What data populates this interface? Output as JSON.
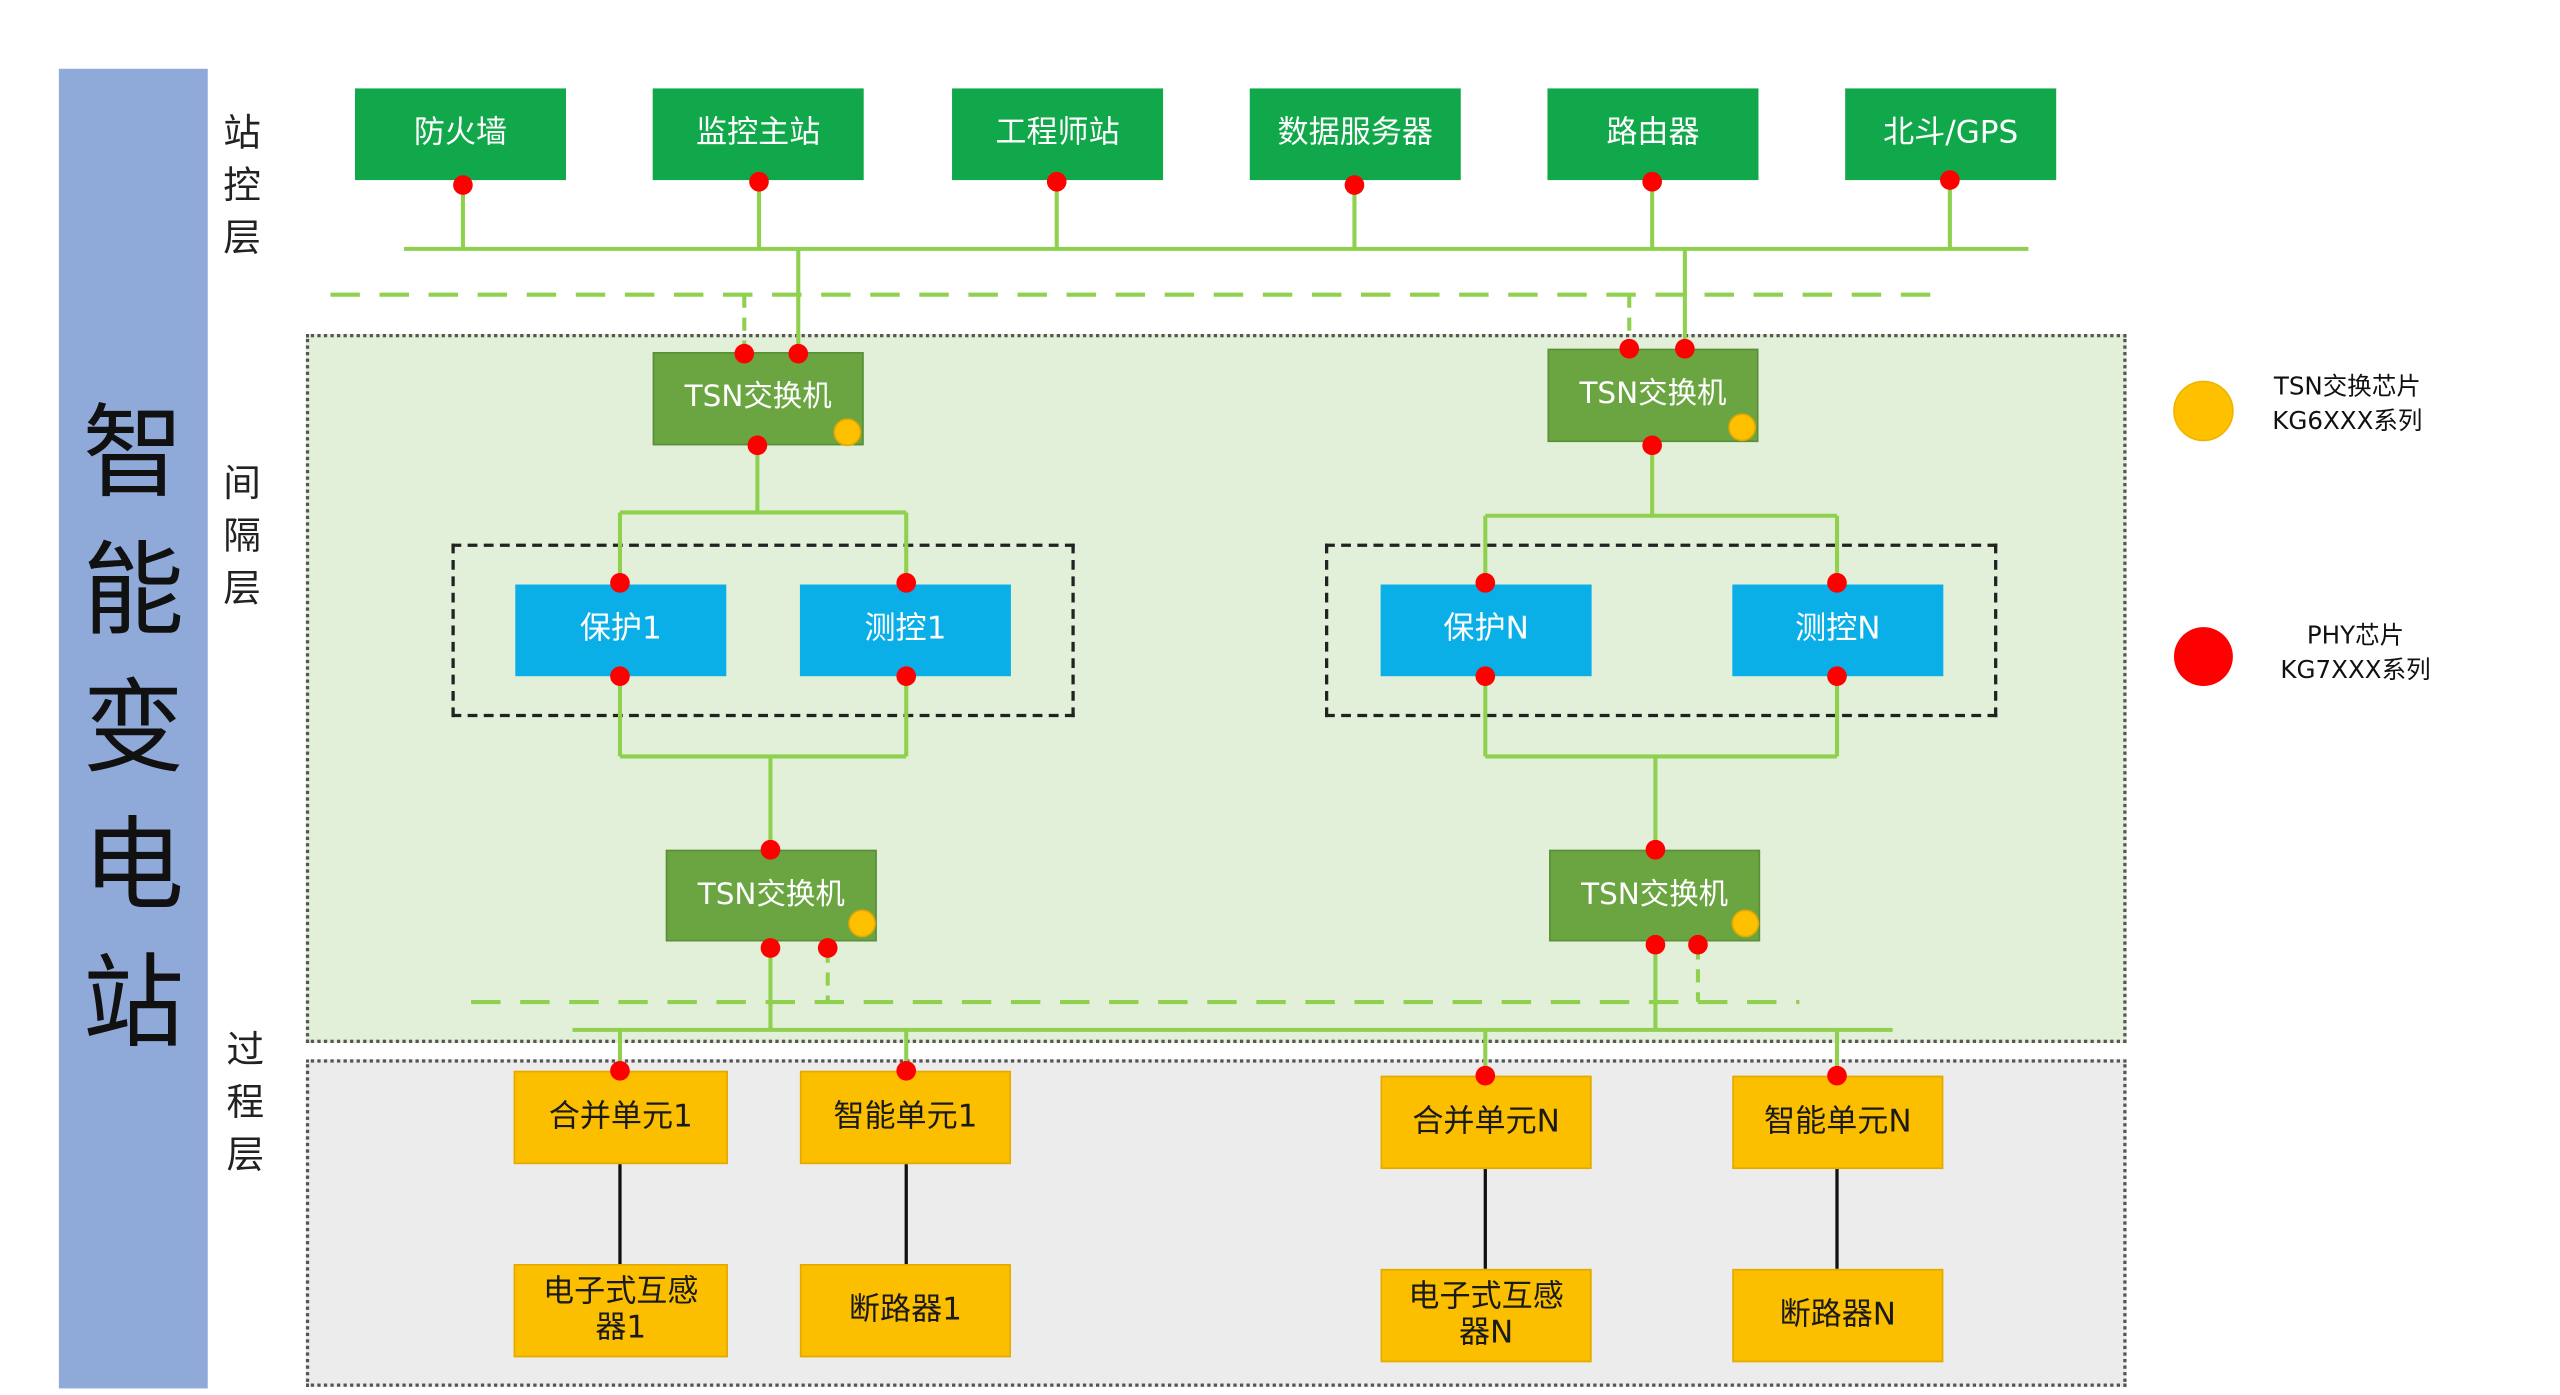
{
  "title": "智能变电站",
  "layers": {
    "station": "站控层",
    "bay": "间隔层",
    "process": "过程层"
  },
  "station_devices": [
    "防火墙",
    "监控主站",
    "工程师站",
    "数据服务器",
    "路由器",
    "北斗/GPS"
  ],
  "tsn_switch_label": "TSN交换机",
  "bay_devices": {
    "left": [
      "保护1",
      "测控1"
    ],
    "right": [
      "保护N",
      "测控N"
    ]
  },
  "process_units": {
    "left": [
      "合并单元1",
      "智能单元1"
    ],
    "right": [
      "合并单元N",
      "智能单元N"
    ]
  },
  "field_devices": {
    "left": [
      "电子式互感器1",
      "断路器1"
    ],
    "right": [
      "电子式互感器N",
      "断路器N"
    ]
  },
  "legend": {
    "tsn_chip": "TSN交换芯片\nKG6XXX系列",
    "phy_chip": "PHY芯片\nKG7XXX系列"
  },
  "colors": {
    "station_green": "#10a84a",
    "switch_green": "#6ba542",
    "bay_blue": "#0aafe8",
    "process_gold": "#fcbf00",
    "line_green": "#8fd14f",
    "phy_red": "#ff0000",
    "tsn_orange": "#ffc000",
    "title_bar": "#8fa9d9",
    "bay_region": "#e2f0d9",
    "process_region": "#ececec"
  }
}
